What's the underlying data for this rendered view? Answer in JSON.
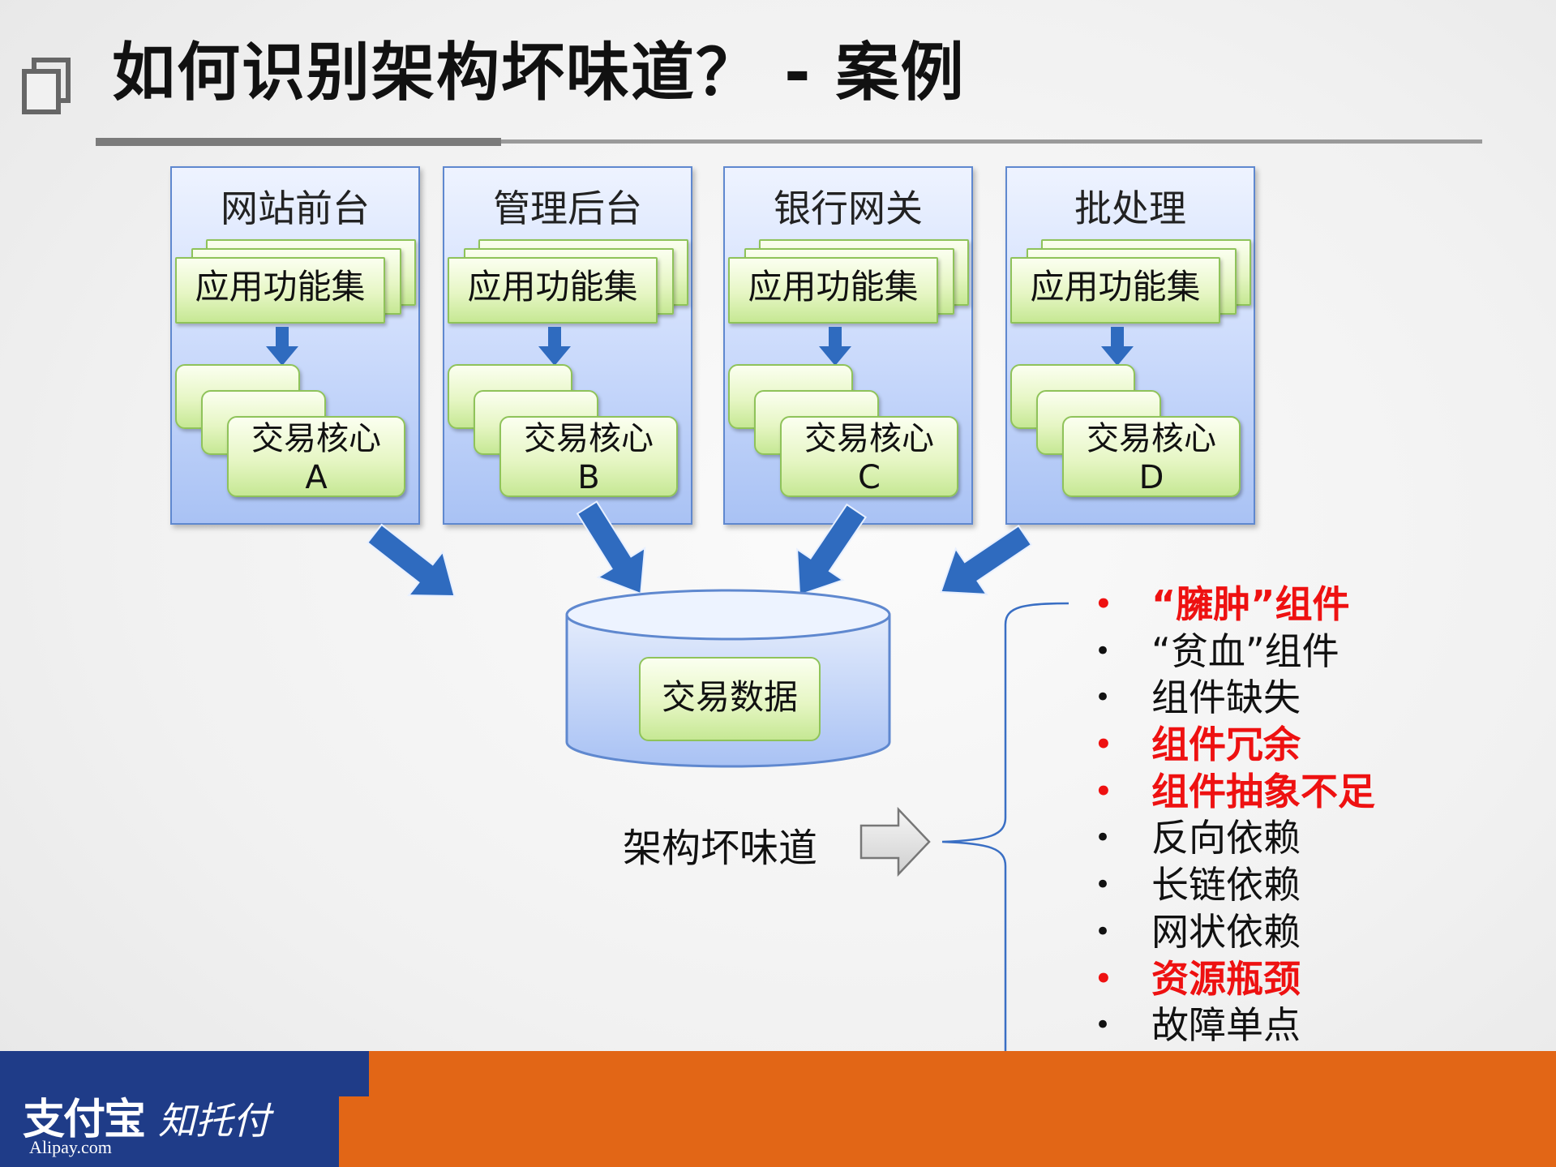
{
  "slide": {
    "title": "如何识别架构坏味道？ - 案例",
    "systems": [
      {
        "name": "网站前台",
        "feature": "应用功能集",
        "core_line1": "交易核心",
        "core_line2": "A"
      },
      {
        "name": "管理后台",
        "feature": "应用功能集",
        "core_line1": "交易核心",
        "core_line2": "B"
      },
      {
        "name": "银行网关",
        "feature": "应用功能集",
        "core_line1": "交易核心",
        "core_line2": "C"
      },
      {
        "name": "批处理",
        "feature": "应用功能集",
        "core_line1": "交易核心",
        "core_line2": "D"
      }
    ],
    "database": {
      "label": "交易数据"
    },
    "smell_label": "架构坏味道",
    "smells": [
      {
        "text": "“臃肿”组件",
        "highlight": true
      },
      {
        "text": "“贫血”组件",
        "highlight": false
      },
      {
        "text": "组件缺失",
        "highlight": false
      },
      {
        "text": "组件冗余",
        "highlight": true
      },
      {
        "text": "组件抽象不足",
        "highlight": true
      },
      {
        "text": "反向依赖",
        "highlight": false
      },
      {
        "text": "长链依赖",
        "highlight": false
      },
      {
        "text": "网状依赖",
        "highlight": false
      },
      {
        "text": "资源瓶颈",
        "highlight": true
      },
      {
        "text": "故障单点",
        "highlight": false
      },
      {
        "text": "……",
        "highlight": false
      }
    ],
    "bullet": "•",
    "colors": {
      "highlight": "#ee1111",
      "panel_border": "#5f88cf",
      "arrow": "#2f6bbf",
      "footer_orange": "#e26616",
      "footer_navy": "#1f3c88"
    }
  },
  "footer": {
    "logo": "支付宝",
    "slogan": "知托付",
    "domain": "Alipay.com"
  }
}
